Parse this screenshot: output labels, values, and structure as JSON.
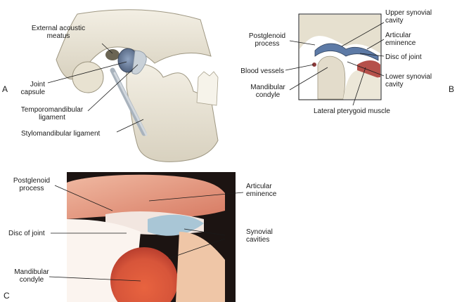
{
  "panels": {
    "a": {
      "letter": "A",
      "labels": {
        "external_acoustic_meatus": "External acoustic\nmeatus",
        "joint_capsule": "Joint\ncapsule",
        "temporomandibular_ligament": "Temporomandibular\nligament",
        "stylomandibular_ligament": "Stylomandibular ligament"
      }
    },
    "b": {
      "letter": "B",
      "labels": {
        "postglenoid_process": "Postglenoid\nprocess",
        "upper_synovial_cavity": "Upper synovial\ncavity",
        "articular_eminence": "Articular\neminence",
        "disc_of_joint": "Disc of joint",
        "blood_vessels": "Blood vessels",
        "lower_synovial_cavity": "Lower synovial\ncavity",
        "mandibular_condyle": "Mandibular\ncondyle",
        "lateral_pterygoid_muscle": "Lateral pterygoid muscle"
      }
    },
    "c": {
      "letter": "C",
      "labels": {
        "postglenoid_process": "Postglenoid\nprocess",
        "articular_eminence": "Articular\neminence",
        "disc_of_joint": "Disc of joint",
        "synovial_cavities": "Synovial\ncavities",
        "mandibular_condyle": "Mandibular\ncondyle"
      }
    }
  },
  "colors": {
    "bone": "#ece7d8",
    "bone_shadow": "#c9c2ae",
    "ligament": "#b8c2cc",
    "capsule": "#7c8ea8",
    "muscle": "#b5504a",
    "tissue": "#e9a58f",
    "tissue_dark": "#c8604c",
    "cavity": "#a9c6d6",
    "leader": "#1a1a1a"
  }
}
